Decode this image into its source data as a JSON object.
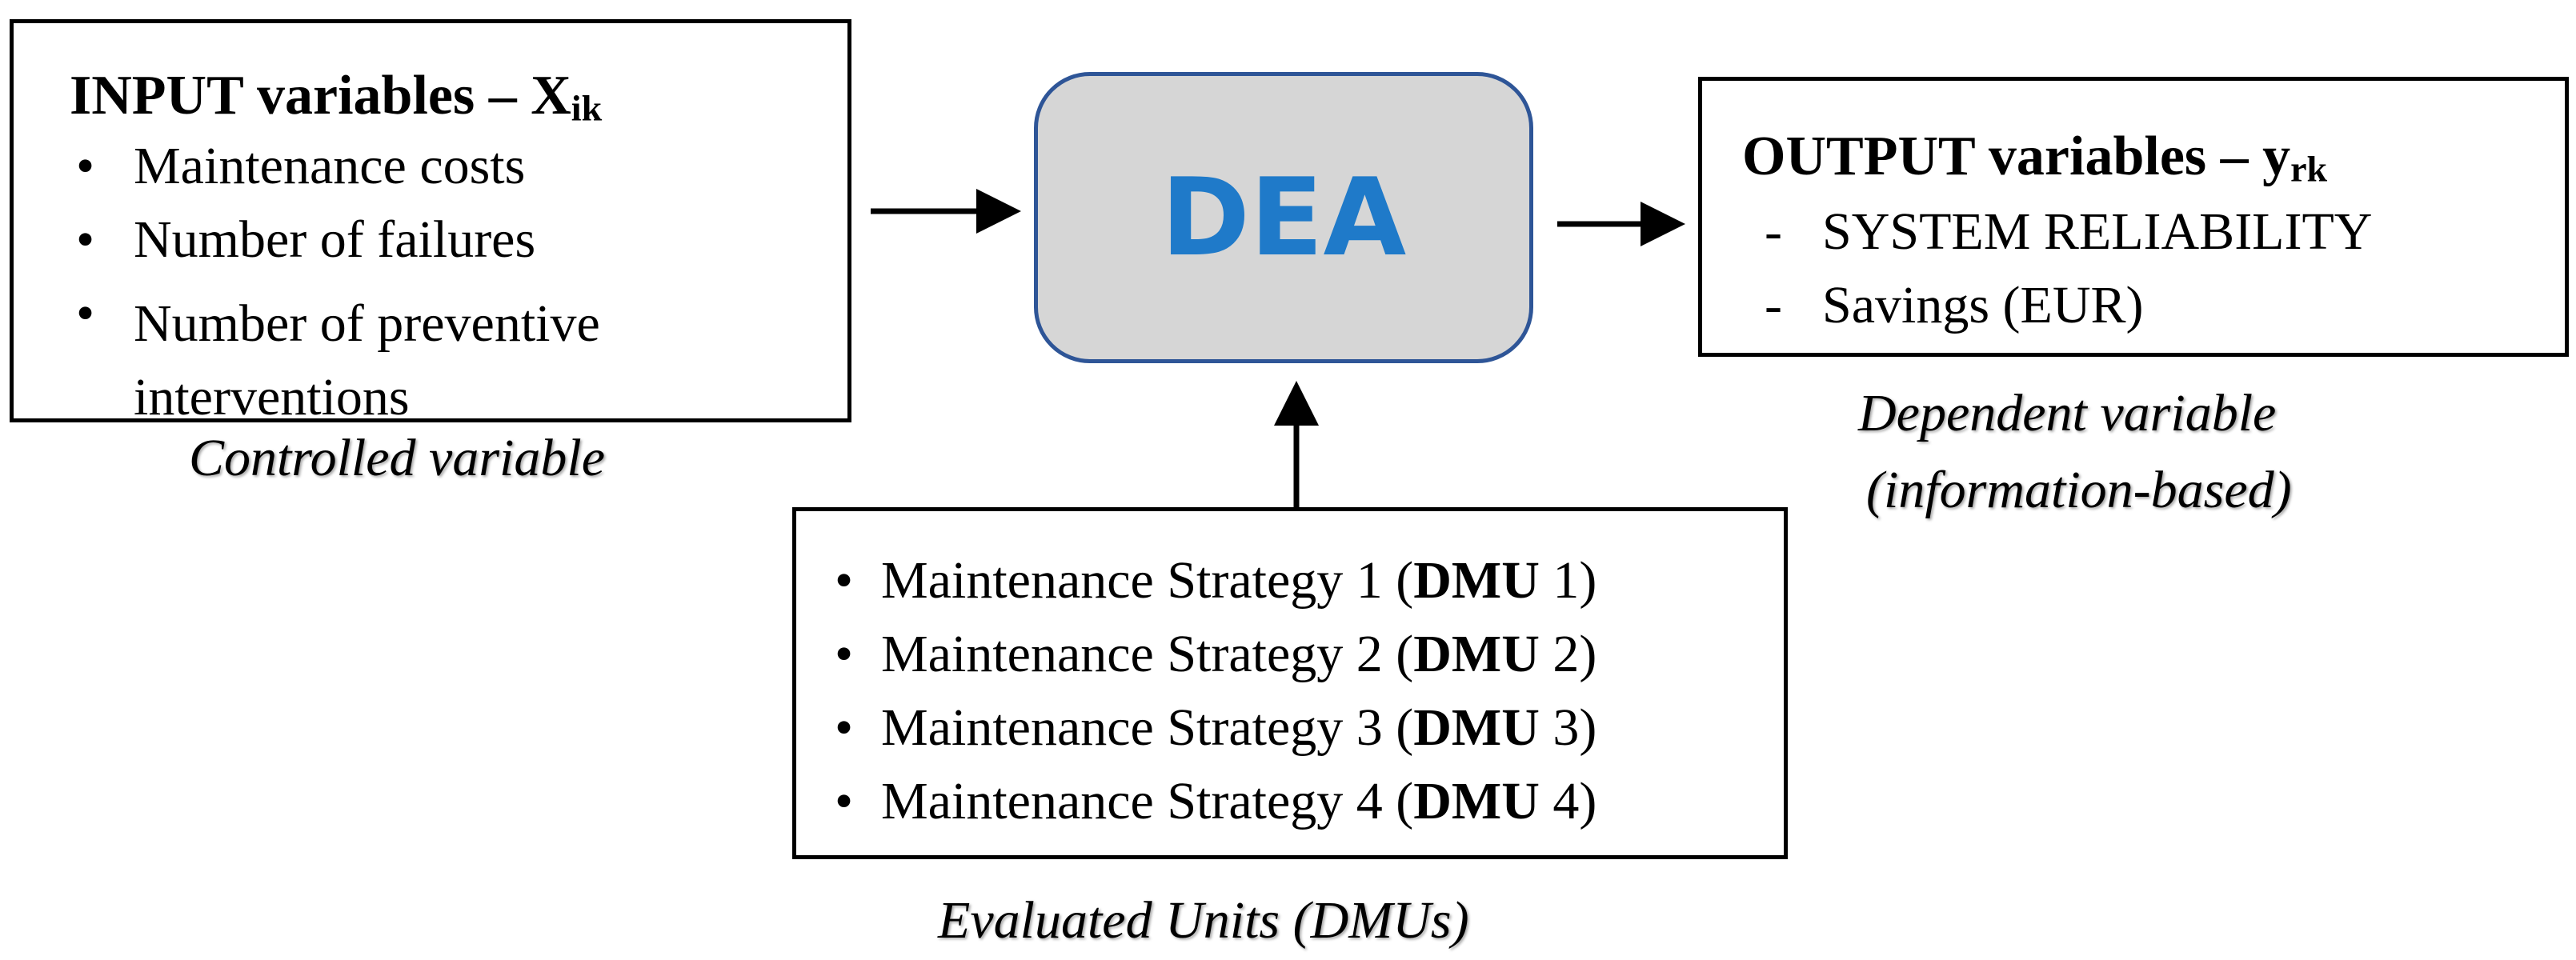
{
  "colors": {
    "dea_fill": "#d6d6d6",
    "dea_border": "#2e5597",
    "dea_text": "#1f7ac9",
    "box_border": "#000000",
    "text": "#000000"
  },
  "input_box": {
    "title_prefix": "INPUT variables – X",
    "title_subscript": "ik",
    "items": [
      "Maintenance costs",
      "Number of failures",
      "Number of preventive interventions"
    ],
    "bullet": "•",
    "caption": "Controlled variable"
  },
  "dea": {
    "label": "DEA"
  },
  "output_box": {
    "title_prefix": "OUTPUT variables – y",
    "title_subscript": "rk",
    "items": [
      "SYSTEM RELIABILITY",
      "Savings (EUR)"
    ],
    "bullet": "-",
    "caption_line1": "Dependent variable",
    "caption_line2": "(information-based)"
  },
  "dmu_box": {
    "bullet": "•",
    "items": [
      {
        "text": "Maintenance Strategy 1 (",
        "bold": "DMU",
        "suffix": " 1)"
      },
      {
        "text": "Maintenance Strategy 2 (",
        "bold": "DMU",
        "suffix": " 2)"
      },
      {
        "text": "Maintenance Strategy 3 (",
        "bold": "DMU",
        "suffix": " 3)"
      },
      {
        "text": "Maintenance Strategy 4 (",
        "bold": "DMU",
        "suffix": " 4)"
      }
    ],
    "caption": "Evaluated Units (DMUs)"
  }
}
